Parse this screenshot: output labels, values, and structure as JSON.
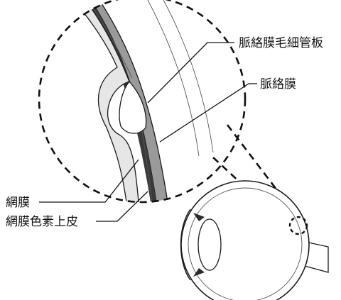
{
  "labels": {
    "choriocapillaris": "脈絡膜毛細管板",
    "choroid": "脈絡膜",
    "retina": "網膜",
    "rpe": "網膜色素上皮"
  },
  "colors": {
    "retina_fill": "#e6e6e6",
    "rpe_fill": "#3a3a3a",
    "choroid_fill": "#9a9a9a",
    "sclera_fill": "#ffffff",
    "line": "#111111"
  }
}
